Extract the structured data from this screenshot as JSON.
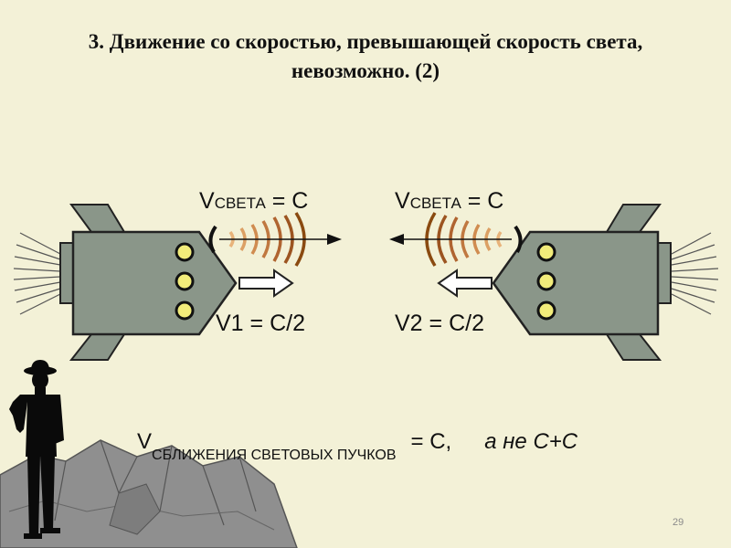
{
  "title": {
    "line1": "3. Движение со скоростью, превышающей скорость света,",
    "line2": "невозможно. (2)"
  },
  "rockets": {
    "left": {
      "light_speed_prefix": "V",
      "light_speed_sub": "СВЕТА",
      "light_speed_value": " = С",
      "velocity_label": "V1 = С/2",
      "direction": "right"
    },
    "right": {
      "light_speed_prefix": "V",
      "light_speed_sub": "СВЕТА",
      "light_speed_value": " = С",
      "velocity_label": "V2 = С/2",
      "direction": "left"
    }
  },
  "formula": {
    "prefix": "V",
    "subscript": "СБЛИЖЕНИЯ СВЕТОВЫХ ПУЧКОВ",
    "equals": "= С,",
    "alternative": "а не С+С"
  },
  "page_number": "29",
  "colors": {
    "background": "#f3f1d7",
    "rocket_body": "#8a9689",
    "porthole": "#f2ec7a",
    "wave_outer": "#8a4a10",
    "wave_inner": "#e8b37a",
    "rocks": "#8f8f8f"
  }
}
